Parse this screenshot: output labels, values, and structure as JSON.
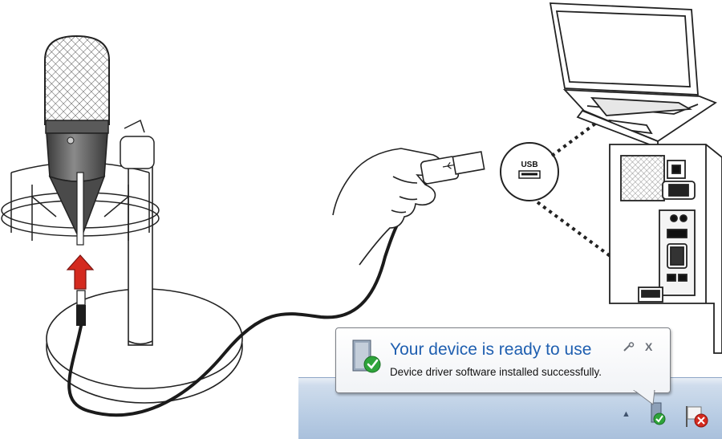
{
  "illustration": {
    "usb_badge_label": "USB"
  },
  "notification": {
    "title": "Your device is ready to use",
    "message": "Device driver software installed successfully.",
    "close_glyph": "X"
  },
  "icons": [
    "microphone-icon",
    "usb-plug-icon",
    "laptop-icon",
    "desktop-tower-icon",
    "usb-port-icon",
    "device-installed-icon",
    "tray-arrow-icon",
    "action-center-flag-icon"
  ],
  "colors": {
    "notification_title": "#1f5fb0",
    "arrow_red": "#d42a1f",
    "check_green": "#2ea43a",
    "taskbar_blue": "#b9cde4"
  }
}
